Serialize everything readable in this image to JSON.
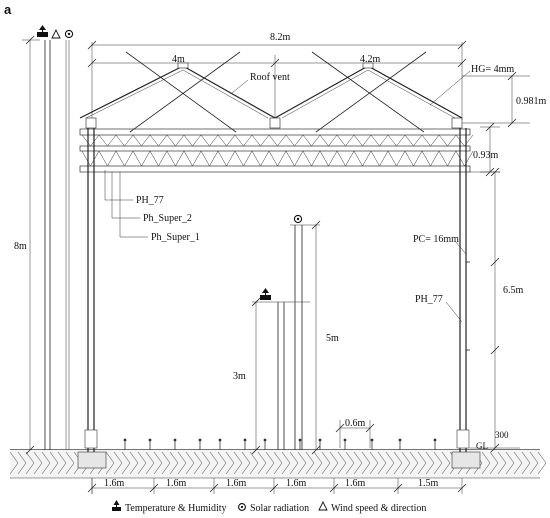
{
  "panel_label": "a",
  "dimensions": {
    "total_width": "8.2m",
    "span_left": "4m",
    "span_right": "4.2m",
    "height_8m": "8m",
    "height_6_5m": "6.5m",
    "height_5m": "5m",
    "height_3m": "3m",
    "truss_0_93m": "0.93m",
    "vent_0_981m": "0.981m",
    "spacing_0_6m": "0.6m",
    "bottom": [
      "1.6m",
      "1.6m",
      "1.6m",
      "1.6m",
      "1.6m",
      "1.5m"
    ],
    "ground_300": "300"
  },
  "labels": {
    "roof_vent": "Roof vent",
    "hg": "HG= 4mm",
    "pc": "PC= 16mm",
    "ph77_left": "PH_77",
    "ph77_right": "PH_77",
    "ph_super_2": "Ph_Super_2",
    "ph_super_1": "Ph_Super_1",
    "gl": "GL"
  },
  "legend": {
    "temperature": "Temperature & Humidity",
    "solar": "Solar radiation",
    "wind": "Wind speed & direction"
  }
}
